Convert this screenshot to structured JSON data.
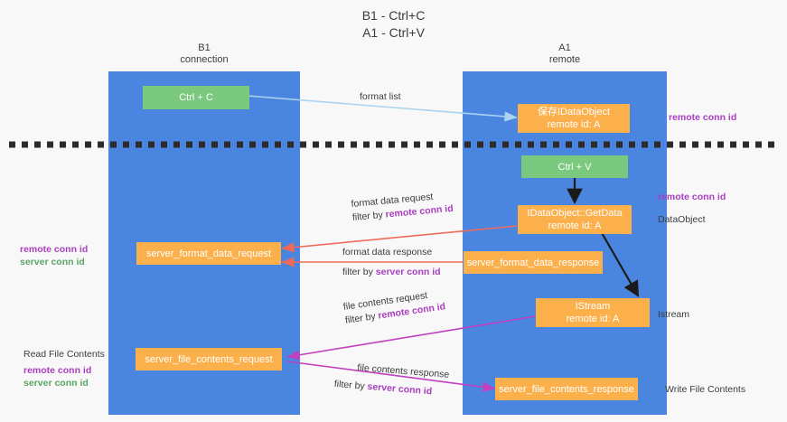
{
  "title": "B1 - Ctrl+C\nA1 - Ctrl+V",
  "columns": [
    {
      "header": "B1\nconnection",
      "name": "b1-connection"
    },
    {
      "header": "A1\nremote",
      "name": "a1-remote"
    }
  ],
  "nodes": {
    "ctrl_c": "Ctrl + C",
    "ctrl_v": "Ctrl + V",
    "data_object": "保存IDataObject\nremote id: A",
    "get_data": "IDataObject::GetData\nremote id: A",
    "istream": "IStream\nremote id: A",
    "server_format_data_request": "server_format_data_request",
    "server_format_data_response": "server_format_data_response",
    "server_file_contents_request": "server_file_contents_request",
    "server_file_contents_response": "server_file_contents_response"
  },
  "edges": {
    "format_list": "format list",
    "format_data_request": "format data request",
    "format_data_request_filter_prefix": "filter by ",
    "format_data_request_filter_key": "remote conn id",
    "format_data_response": "format data response",
    "format_data_response_filter_prefix": "filter by ",
    "format_data_response_filter_key": "server conn id",
    "file_contents_request": "file contents request",
    "file_contents_request_filter_prefix": "filter by ",
    "file_contents_request_filter_key": "remote conn id",
    "file_contents_response": "file contents response",
    "file_contents_response_filter_prefix": "filter by ",
    "file_contents_response_filter_key": "server conn id"
  },
  "annotations": {
    "right_remote_conn_id_top": "remote conn id",
    "right_remote_conn_id_mid": "remote conn id",
    "right_data_object": "DataObject",
    "right_istream": "Istream",
    "right_write_file_contents": "Write File Contents",
    "left_remote_conn_id": "remote conn id",
    "left_server_conn_id": "server conn id",
    "left_read_file_contents": "Read File Contents",
    "left_remote_conn_id_2": "remote conn id",
    "left_server_conn_id_2": "server conn id"
  },
  "colors": {
    "lane": "#4a86e0",
    "node_green": "#7bc97e",
    "node_orange": "#fbb04c",
    "arrow_blue": "#a9d3f0",
    "arrow_red": "#ef6a5a",
    "arrow_magenta": "#c040c0",
    "arrow_black": "#1a1a1a",
    "divider": "#2b2b2b",
    "text_purple": "#a93fbf",
    "text_green": "#5aa463"
  }
}
